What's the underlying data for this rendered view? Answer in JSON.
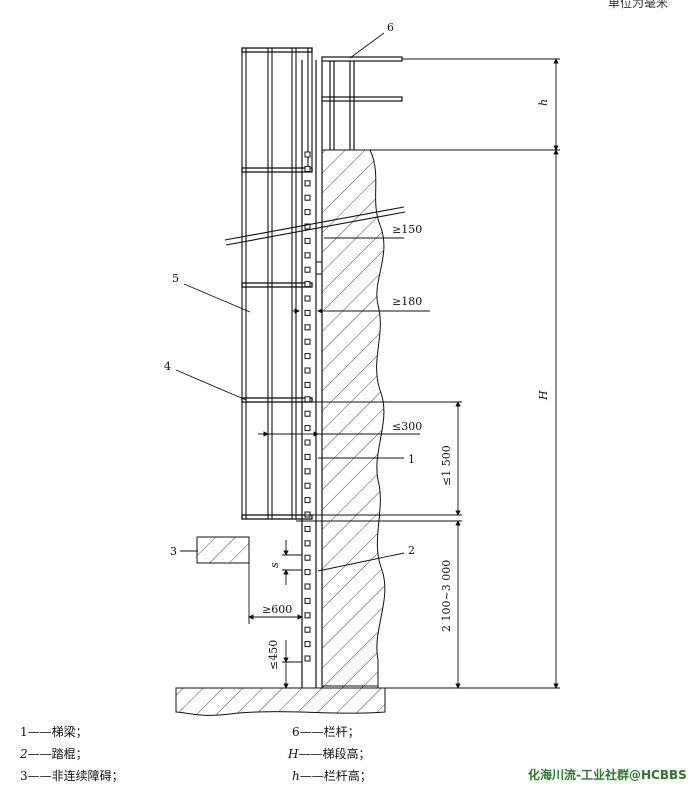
{
  "header": {
    "unit_note": "单位为毫米"
  },
  "callouts": {
    "c1": "1",
    "c2": "2",
    "c3": "3",
    "c4": "4",
    "c5": "5",
    "c6": "6"
  },
  "dimensions": {
    "d150": "≥150",
    "d180": "≥180",
    "d300": "≤300",
    "d1500": "≤1 500",
    "d2100_3000": "2 100~3 000",
    "d600": "≥600",
    "d450": "≤450",
    "s": "s",
    "H": "H",
    "h": "h"
  },
  "legend": {
    "item1": {
      "key": "1",
      "dash": "——",
      "text": "梯梁；"
    },
    "item2": {
      "key": "2",
      "dash": "——",
      "text": "踏棍；"
    },
    "item3": {
      "key": "3",
      "dash": "——",
      "text": "非连续障碍；"
    },
    "item6": {
      "key": "6",
      "dash": "——",
      "text": "栏杆；"
    },
    "itemH": {
      "key": "H",
      "dash": "——",
      "text": "梯段高；"
    },
    "itemh": {
      "key": "h",
      "dash": "——",
      "text": "栏杆高；"
    }
  },
  "watermark": "化海川流-工业社群@HCBBS"
}
